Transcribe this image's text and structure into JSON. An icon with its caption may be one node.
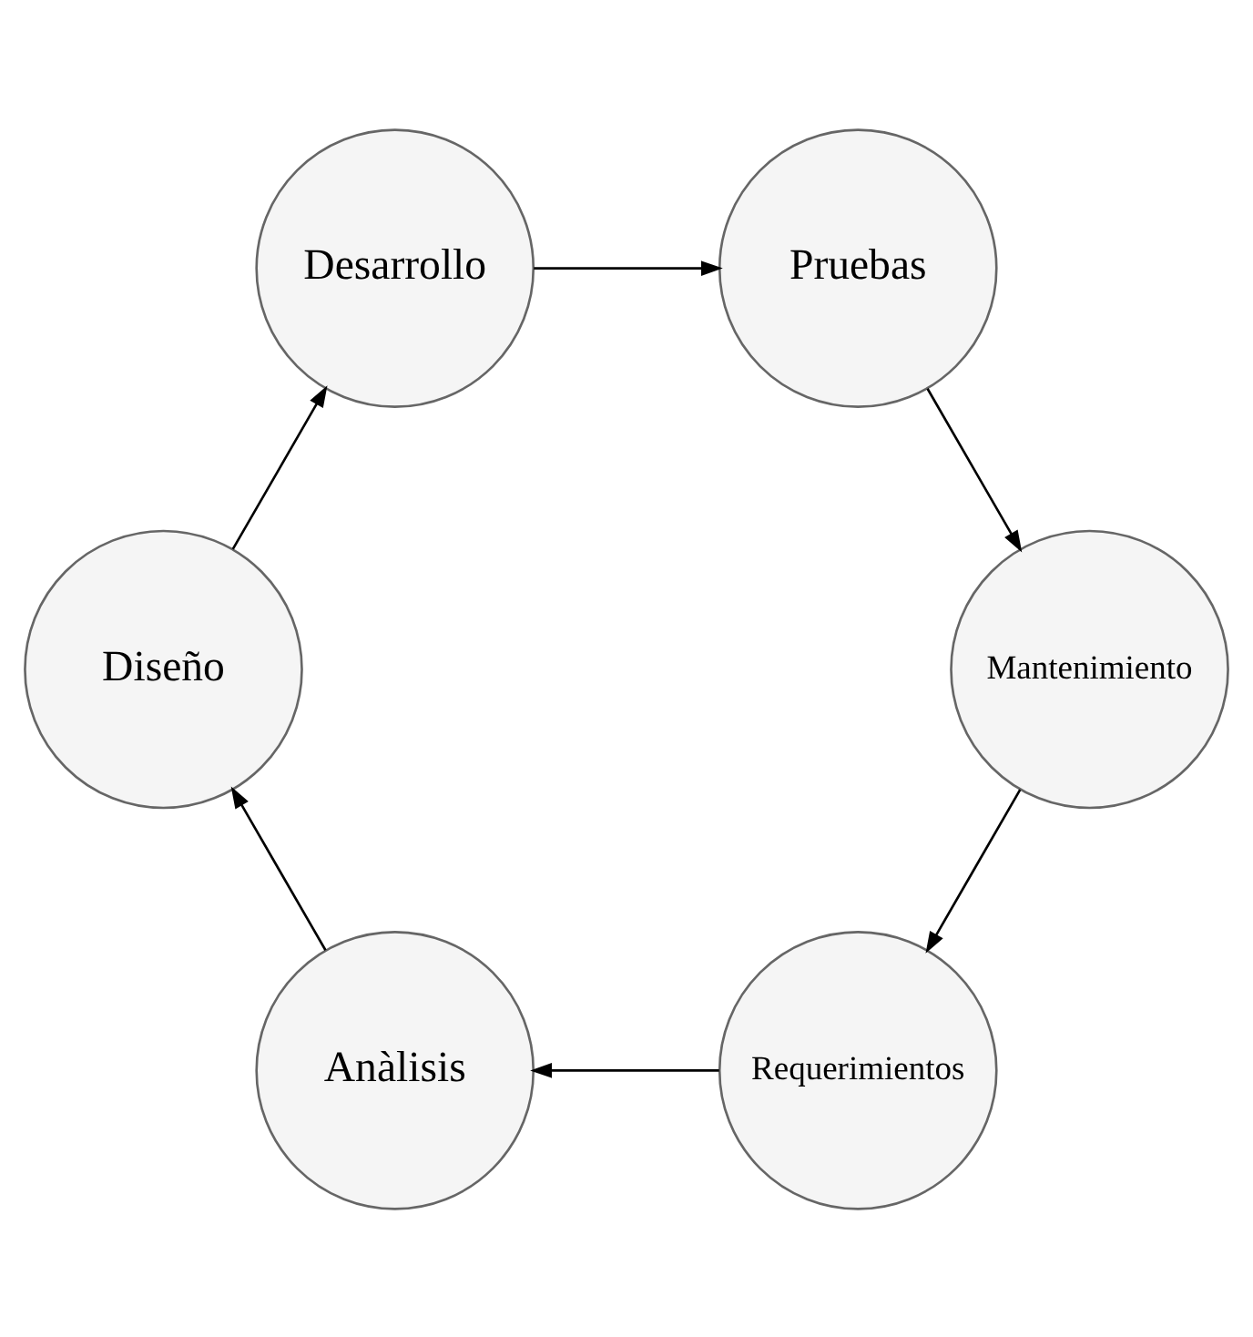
{
  "diagram": {
    "nodes": [
      {
        "text": [
          "Requerimientos"
        ]
      },
      {
        "text": [
          "Anàlisis"
        ]
      },
      {
        "text": [
          "Diseño"
        ]
      },
      {
        "text": [
          "Desarrollo"
        ]
      },
      {
        "text": [
          "Pruebas"
        ]
      },
      {
        "text": [
          "Mantenimiento"
        ]
      }
    ],
    "edges": [
      {
        "from": 0,
        "to": 1,
        "arrow": "to"
      },
      {
        "from": 1,
        "to": 2,
        "arrow": "to"
      },
      {
        "from": 2,
        "to": 3,
        "arrow": "to"
      },
      {
        "from": 3,
        "to": 4,
        "arrow": "to"
      },
      {
        "from": 4,
        "to": 5,
        "arrow": "to"
      },
      {
        "from": 5,
        "to": 0,
        "arrow": "to"
      }
    ]
  }
}
